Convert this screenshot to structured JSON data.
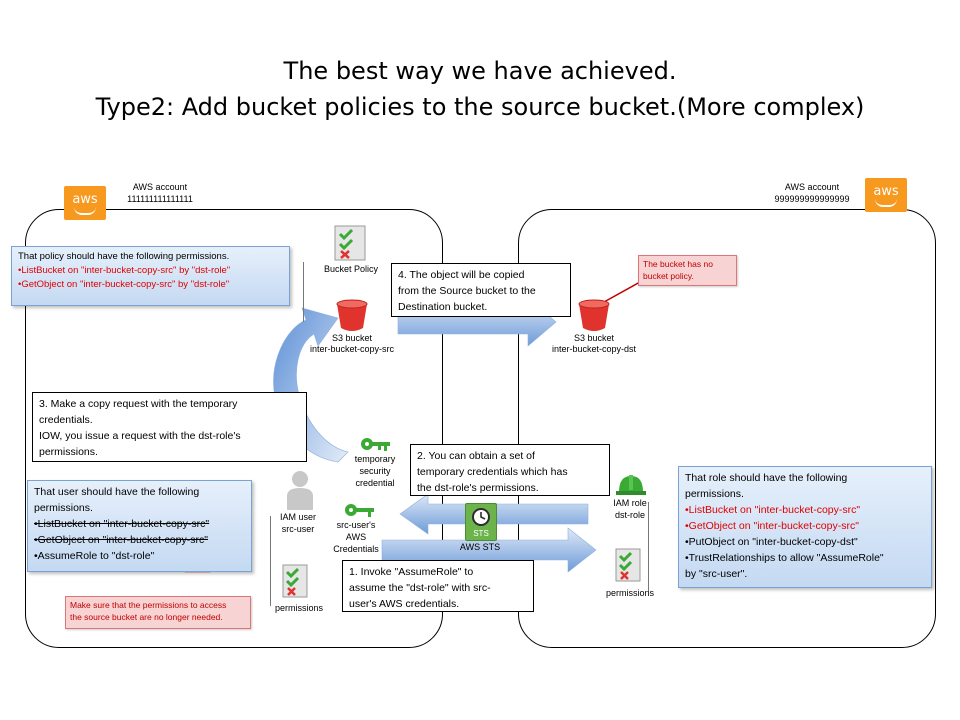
{
  "title": {
    "line1": "The best way we have achieved.",
    "line2": "Type2: Add bucket policies to the source bucket.(More complex)"
  },
  "colors": {
    "aws_orange": "#f7981f",
    "bucket_red": "#e0332d",
    "check_green": "#3aaa35",
    "highlight_red": "#e00000"
  },
  "left_account": {
    "logo_text": "aws",
    "label": "AWS account",
    "id": "111111111111111"
  },
  "right_account": {
    "logo_text": "aws",
    "label": "AWS account",
    "id": "999999999999999"
  },
  "bucket_policy": {
    "label": "Bucket Policy"
  },
  "src_bucket": {
    "label1": "S3 bucket",
    "label2": "inter-bucket-copy-src"
  },
  "dst_bucket": {
    "label1": "S3 bucket",
    "label2": "inter-bucket-copy-dst"
  },
  "policy_note": {
    "heading": "That policy should have the following permissions.",
    "line1": "•ListBucket on \"inter-bucket-copy-src\"  by \"dst-role\"",
    "line2": "•GetObject on \"inter-bucket-copy-src\"   by \"dst-role\""
  },
  "step4": {
    "line1": "4. The object will be copied",
    "line2": "from the Source bucket to the",
    "line3": "Destination bucket."
  },
  "no_policy_note": {
    "line1": "The bucket has no",
    "line2": "bucket policy."
  },
  "step3": {
    "line1": "3. Make a copy request with the temporary",
    "line2": "credentials.",
    "line3": "IOW, you issue a request with the dst-role's",
    "line4": "permissions."
  },
  "temp_cred": {
    "line1": "temporary",
    "line2": "security",
    "line3": "credential"
  },
  "step2": {
    "line1": "2. You can obtain a set of",
    "line2": "temporary credentials which has",
    "line3": "the dst-role's permissions."
  },
  "user_note": {
    "line1": "That user should have the following",
    "line2": "permissions.",
    "line3": "•ListBucket on \"inter-bucket-copy-src\"",
    "line4": "•GetObject on \"inter-bucket-copy-src\"",
    "line5": "•AssumeRole to \"dst-role\""
  },
  "iam_user": {
    "line1": "IAM user",
    "line2": "src-user"
  },
  "src_cred": {
    "line1": "src-user's",
    "line2": "AWS",
    "line3": "Credentials"
  },
  "sts": {
    "icon_text": "STS",
    "label": "AWS STS"
  },
  "left_permissions": {
    "label": "permissions"
  },
  "warn_note": {
    "line1": "Make sure that the permissions to access",
    "line2": "the  source bucket are no longer needed."
  },
  "step1": {
    "line1": "1. Invoke \"AssumeRole\" to",
    "line2": "assume the \"dst-role\" with src-",
    "line3": "user's AWS credentials."
  },
  "iam_role": {
    "line1": "IAM role",
    "line2": "dst-role"
  },
  "right_permissions": {
    "label": "permissions"
  },
  "role_note": {
    "line1": "That role should have the following",
    "line2": "permissions.",
    "line3": "•ListBucket on \"inter-bucket-copy-src\"",
    "line4": "•GetObject on \"inter-bucket-copy-src\"",
    "line5": "•PutObject on \"inter-bucket-copy-dst\"",
    "line6": "•TrustRelationships to allow \"AssumeRole\"",
    "line7": "by \"src-user\"."
  }
}
